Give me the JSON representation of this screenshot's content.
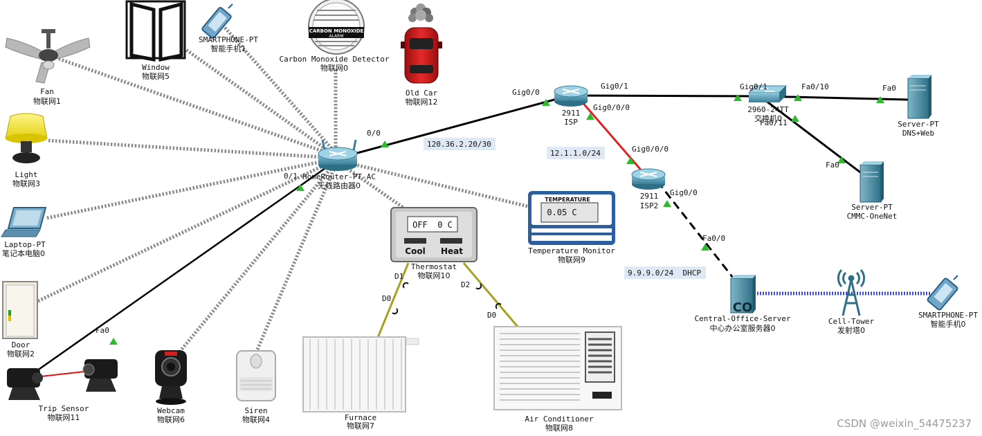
{
  "devices": {
    "fan": {
      "name": "Fan",
      "cn": "物联网1",
      "icon": "ceiling-fan-icon"
    },
    "window": {
      "name": "Window",
      "cn": "物联网5",
      "icon": "window-icon"
    },
    "smartphone1": {
      "name": "SMARTPHONE-PT",
      "cn": "智能手机1",
      "icon": "smartphone-icon"
    },
    "co_detector": {
      "name": "Carbon Monoxide Detector",
      "cn": "物联网0",
      "icon": "co-alarm-icon",
      "badge": "CARBON MONOXIDE",
      "badge2": "ALARM"
    },
    "old_car": {
      "name": "Old Car",
      "cn": "物联网12",
      "icon": "car-icon"
    },
    "light": {
      "name": "Light",
      "cn": "物联网3",
      "icon": "lamp-icon"
    },
    "laptop": {
      "name": "Laptop-PT",
      "cn": "笔记本电脑0",
      "icon": "laptop-icon"
    },
    "door": {
      "name": "Door",
      "cn": "物联网2",
      "icon": "door-icon"
    },
    "trip_sensor": {
      "name": "Trip Sensor",
      "cn": "物联网11",
      "icon": "trip-sensor-icon"
    },
    "webcam": {
      "name": "Webcam",
      "cn": "物联网6",
      "icon": "webcam-icon"
    },
    "siren": {
      "name": "Siren",
      "cn": "物联网4",
      "icon": "siren-icon"
    },
    "furnace": {
      "name": "Furnace",
      "cn": "物联网7",
      "icon": "radiator-icon"
    },
    "air_conditioner": {
      "name": "Air Conditioner",
      "cn": "物联网8",
      "icon": "air-conditioner-icon"
    },
    "thermostat": {
      "name": "Thermostat",
      "cn": "物联网10",
      "icon": "thermostat-icon",
      "display": "OFF  0 C",
      "cool": "Cool",
      "heat": "Heat"
    },
    "temp_monitor": {
      "name": "Temperature Monitor",
      "cn": "物联网9",
      "icon": "temperature-monitor-icon",
      "header": "TEMPERATURE",
      "reading": "0.05 C"
    },
    "home_router": {
      "name": "HomeRouter-PT-AC",
      "cn": "无线路由器0",
      "icon": "wireless-router-icon"
    },
    "isp": {
      "name": "2911",
      "sub": "ISP",
      "icon": "router-icon"
    },
    "isp2": {
      "name": "2911",
      "sub": "ISP2",
      "icon": "router-icon"
    },
    "switch": {
      "name": "2960-24TT",
      "sub": "交换机0",
      "icon": "switch-icon"
    },
    "dns_server": {
      "name": "Server-PT",
      "sub": "DNS+Web",
      "icon": "server-icon"
    },
    "cmmc_server": {
      "name": "Server-PT",
      "sub": "CMMC-OneNet",
      "icon": "server-icon"
    },
    "co_server": {
      "name": "Central-Office-Server",
      "cn": "中心办公室服务器0",
      "icon": "central-office-server-icon",
      "badge": "CO"
    },
    "cell_tower": {
      "name": "Cell-Tower",
      "cn": "发射塔0",
      "icon": "cell-tower-icon"
    },
    "smartphone0": {
      "name": "SMARTPHONE-PT",
      "cn": "智能手机0",
      "icon": "smartphone-icon"
    }
  },
  "ports": {
    "router_wan": "0/0",
    "router_lan": "0/1",
    "isp_left": "Gig0/0",
    "isp_right": "Gig0/1",
    "isp_down": "Gig0/0/0",
    "isp2_up": "Gig0/0/0",
    "isp2_down": "Gig0/0",
    "switch_in": "Gig0/1",
    "switch_fa10": "Fa0/10",
    "switch_fa11": "Fa0/11",
    "dns_fa0": "Fa0",
    "cmmc_fa0": "Fa0",
    "co_fa0": "Fa0/0",
    "trip_fa0": "Fa0",
    "thermo_d1": "D1",
    "thermo_d2": "D2",
    "furnace_d0": "D0",
    "ac_d0": "D0"
  },
  "networks": {
    "wan": "120.36.2.20/30",
    "isp_link": "12.1.1.0/24",
    "co_net": "9.9.9.0/24  DHCP"
  },
  "colors": {
    "wireless": "#8a8a8a",
    "copper": "#000000",
    "serial": "#e02020",
    "iot_cable": "#a8a020",
    "cellular": "#3a44d8",
    "port_ok": "#2dbb2d"
  },
  "watermark": "CSDN @weixin_54475237"
}
